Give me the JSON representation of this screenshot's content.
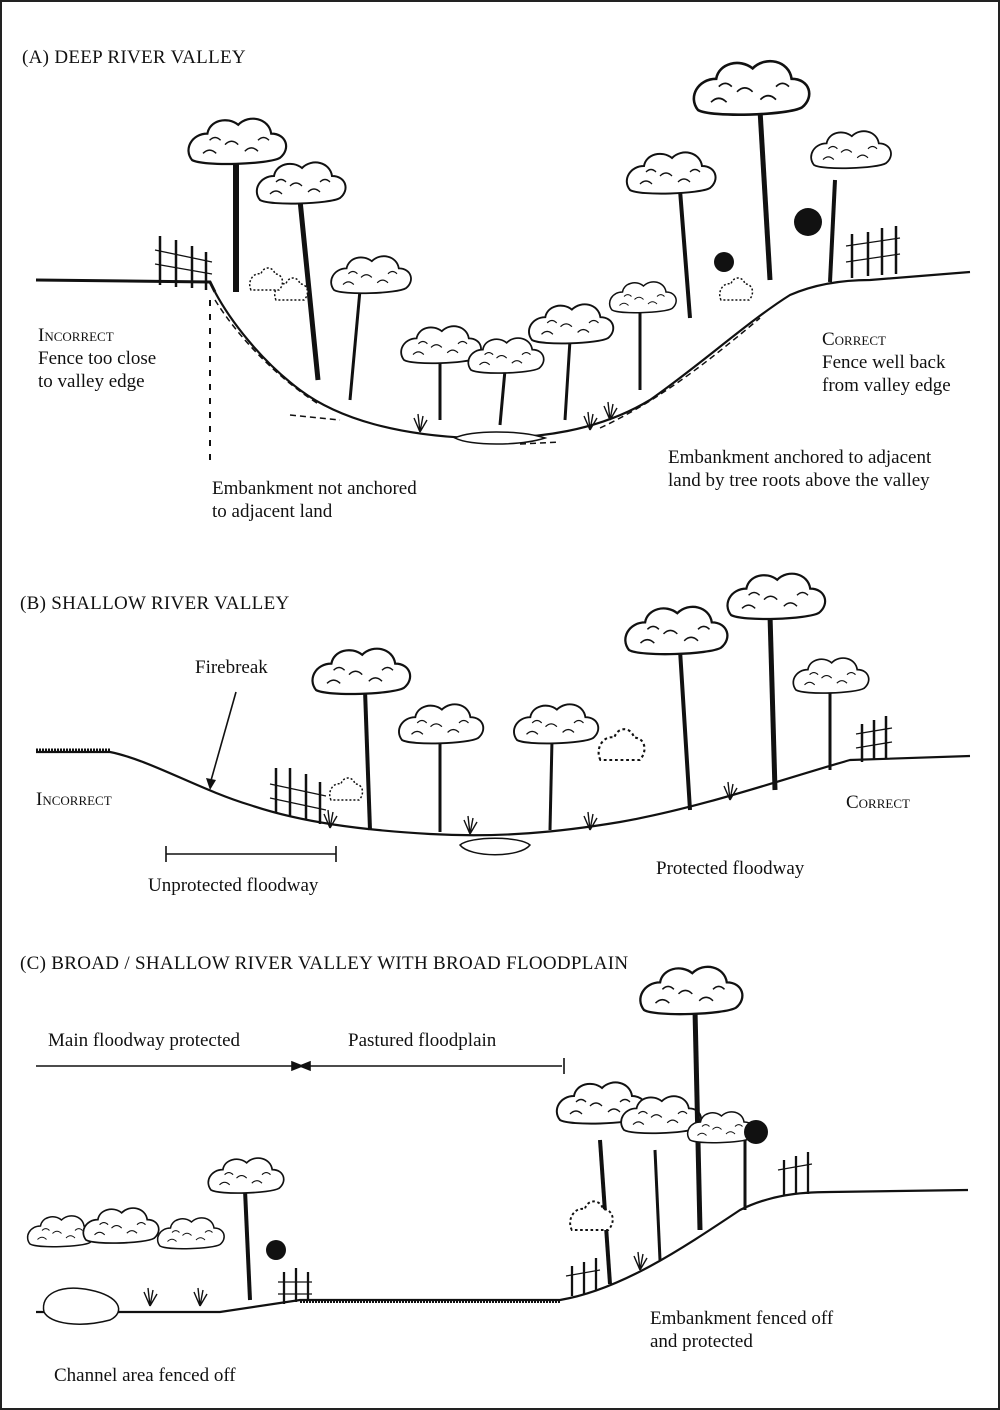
{
  "panels": [
    {
      "heading": "(A) DEEP RIVER VALLEY",
      "incorrect": {
        "title": "Incorrect",
        "lines": [
          "Fence too close",
          "to valley edge"
        ]
      },
      "correct": {
        "title": "Correct",
        "lines": [
          "Fence well back",
          "from valley edge"
        ]
      },
      "notes": [
        [
          "Embankment not anchored",
          "to adjacent land"
        ],
        [
          "Embankment anchored to adjacent",
          "land by tree roots above the valley"
        ]
      ]
    },
    {
      "heading": "(B) SHALLOW RIVER VALLEY",
      "firebreak": "Firebreak",
      "incorrect": "Incorrect",
      "correct": "Correct",
      "unprotected": "Unprotected floodway",
      "protected": "Protected floodway"
    },
    {
      "heading": "(C) BROAD / SHALLOW RIVER VALLEY WITH BROAD FLOODPLAIN",
      "main_floodway": "Main floodway protected",
      "pastured": "Pastured floodplain",
      "channel": "Channel area fenced off",
      "embankment": [
        "Embankment fenced off",
        "and protected"
      ]
    }
  ]
}
